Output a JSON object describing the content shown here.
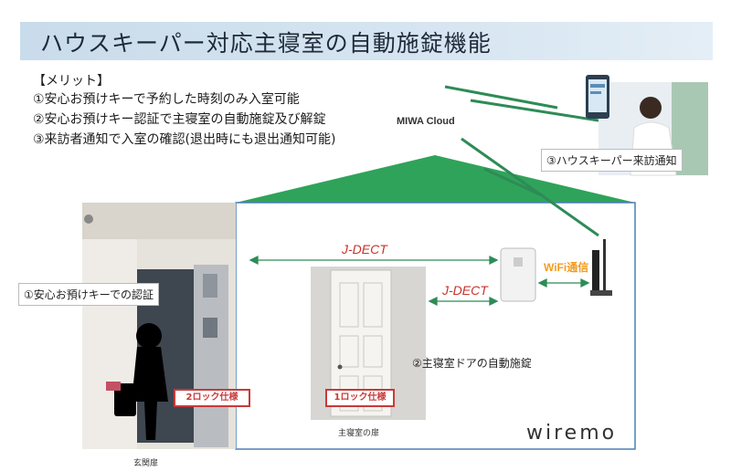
{
  "title": "ハウスキーパー対応主寝室の自動施錠機能",
  "merit": {
    "heading": "【メリット】",
    "items": [
      "①安心お預けキーで予約した時刻のみ入室可能",
      "②安心お預けキー認証で主寝室の自動施錠及び解錠",
      "③来訪者通知で入室の確認(退出時にも退出通知可能)"
    ]
  },
  "cloud_label": "MIWA Cloud",
  "notify_label": "③ハウスキーパー来訪通知",
  "entrance": {
    "auth_label": "①安心お預けキーでの認証",
    "lock_tag": "2ロック仕様",
    "caption": "玄関扉"
  },
  "bedroom": {
    "auto_lock_label": "②主寝室ドアの自動施錠",
    "lock_tag": "1ロック仕様",
    "caption": "主寝室の扉"
  },
  "jdect_long": "J-DECT",
  "jdect_short": "J-DECT",
  "wifi_label": "WiFi通信",
  "brand": "wiremo",
  "colors": {
    "roof_green": "#2fa35a",
    "arrow_green": "#2e8b57",
    "tag_red": "#c83a3a",
    "wifi_orange": "#f39c1e",
    "title_bg": "#c9dceb"
  }
}
